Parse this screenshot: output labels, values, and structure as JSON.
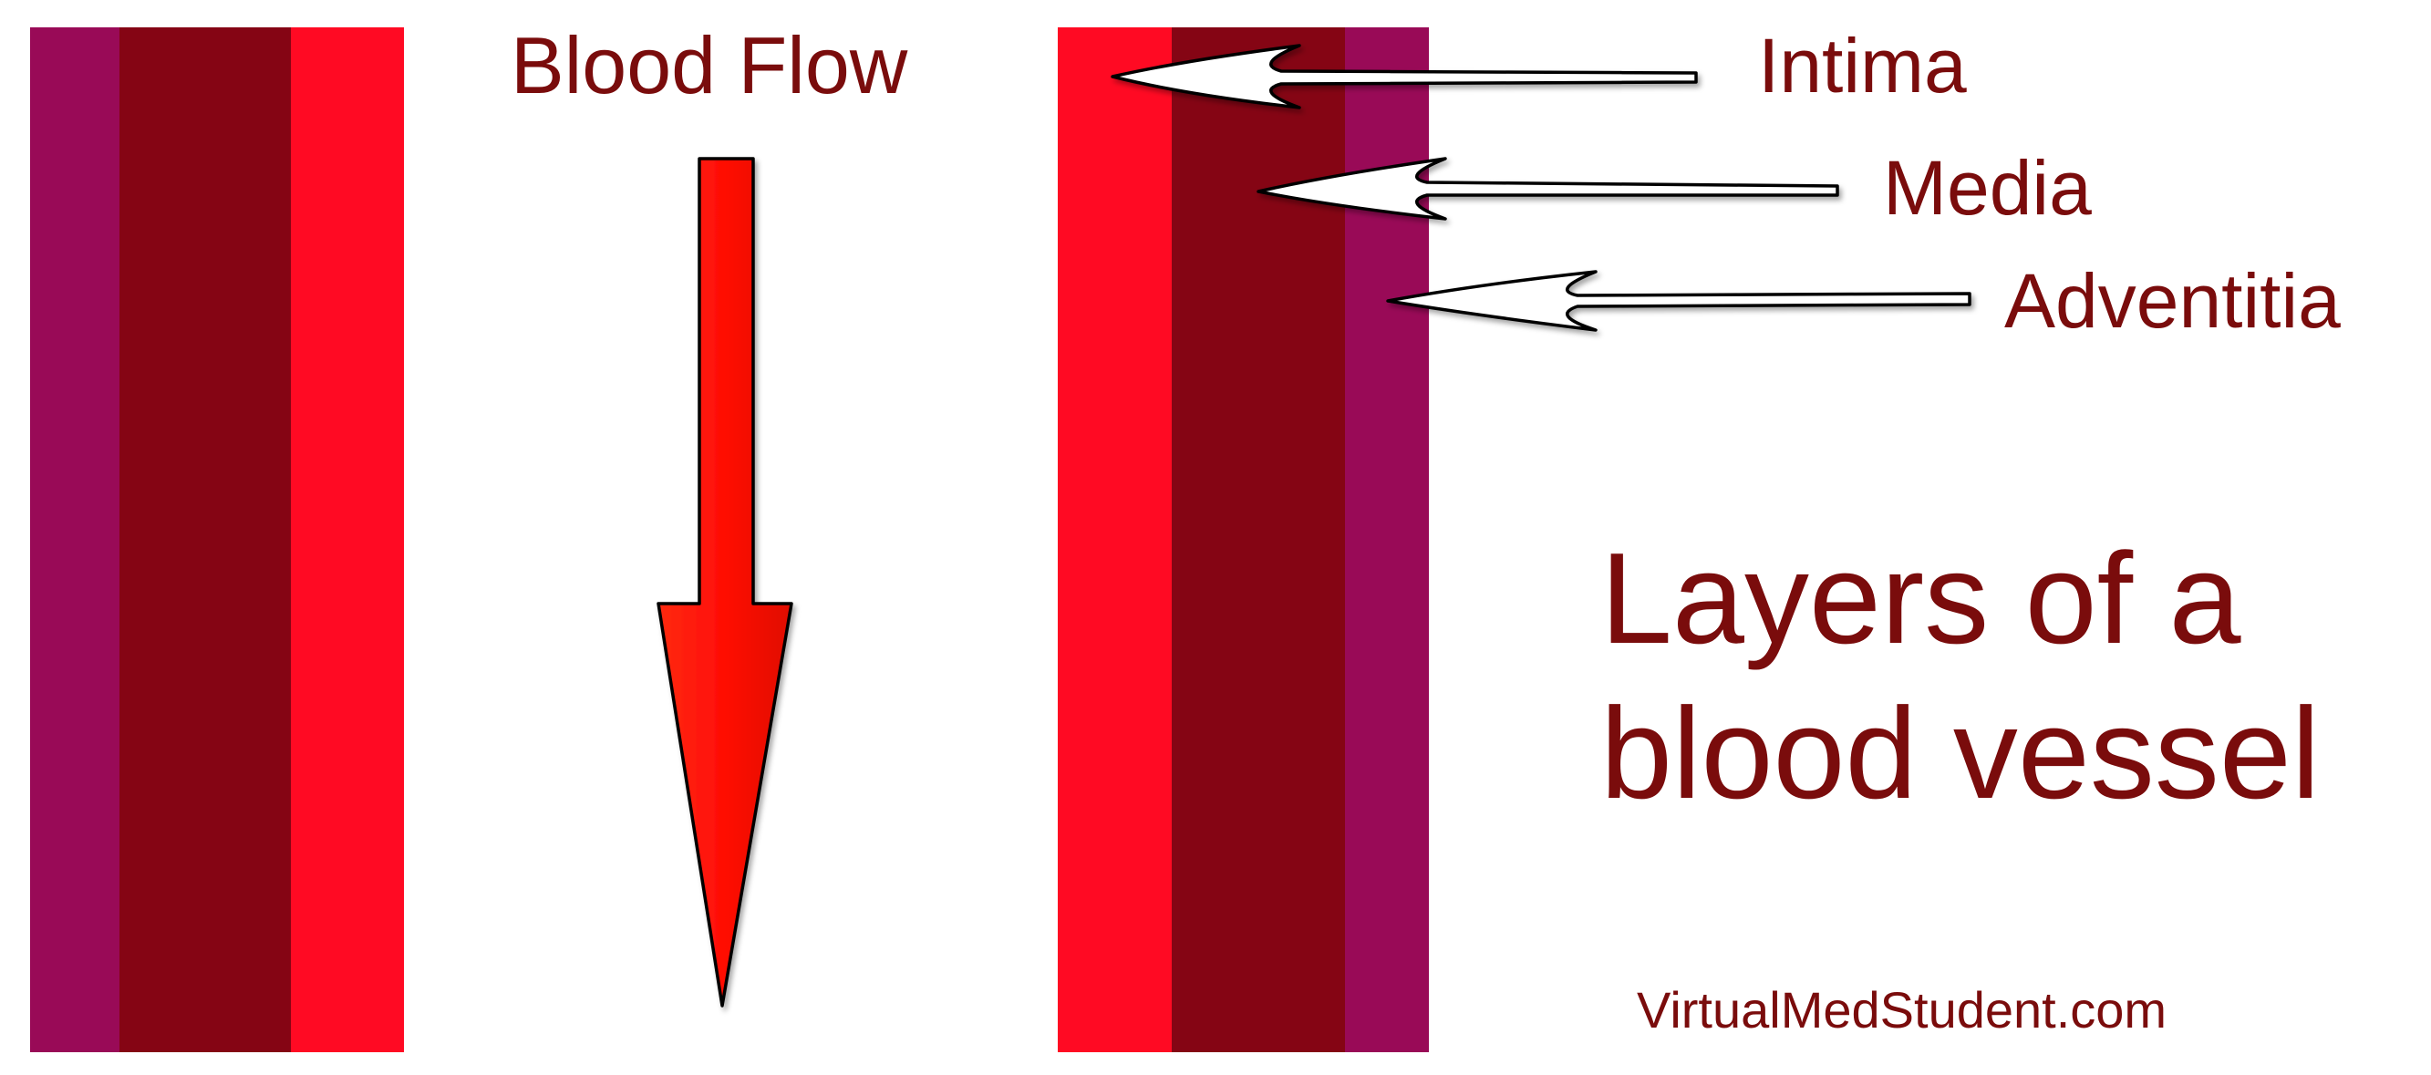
{
  "flow_label": "Blood Flow",
  "layers": [
    {
      "label": "Intima",
      "color": "#ff0a23"
    },
    {
      "label": "Media",
      "color": "#850514"
    },
    {
      "label": "Adventitia",
      "color": "#990a57"
    }
  ],
  "title": {
    "line1": "Layers of a",
    "line2": "blood vessel"
  },
  "credit": "VirtualMedStudent.com",
  "colors": {
    "text": "#7a0c0c",
    "arrow_fill": "#ff0d05",
    "pointer_fill": "#ffffff",
    "outline": "#000000"
  }
}
